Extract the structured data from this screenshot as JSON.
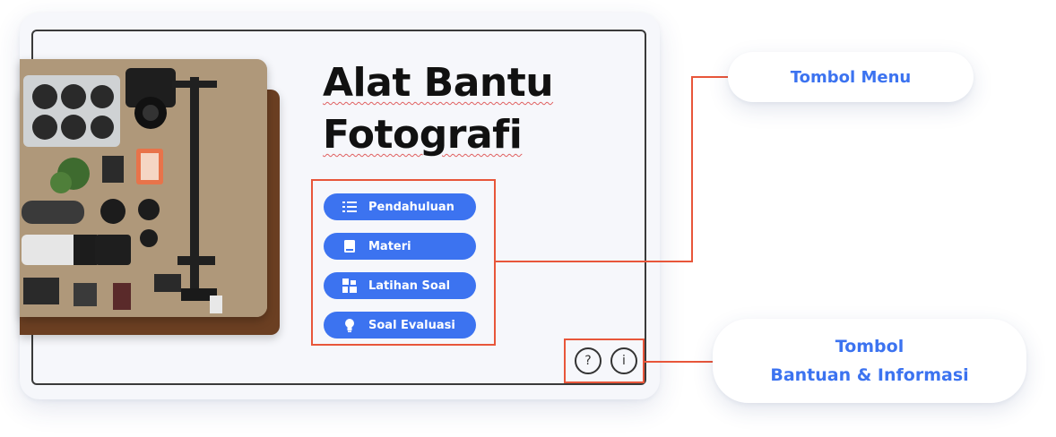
{
  "slide": {
    "title_line1": "Alat Bantu",
    "title_line2": "Fotografi"
  },
  "menu": {
    "items": [
      {
        "label": "Pendahuluan",
        "icon": "list-icon"
      },
      {
        "label": "Materi",
        "icon": "book-icon"
      },
      {
        "label": "Latihan Soal",
        "icon": "puzzle-icon"
      },
      {
        "label": "Soal Evaluasi",
        "icon": "lightbulb-icon"
      }
    ]
  },
  "footer_buttons": {
    "help_symbol": "?",
    "info_symbol": "i"
  },
  "callouts": {
    "menu_label": "Tombol Menu",
    "help_label_line1": "Tombol",
    "help_label_line2": "Bantuan & Informasi"
  },
  "colors": {
    "accent": "#3c73f0",
    "highlight": "#e8563a"
  }
}
